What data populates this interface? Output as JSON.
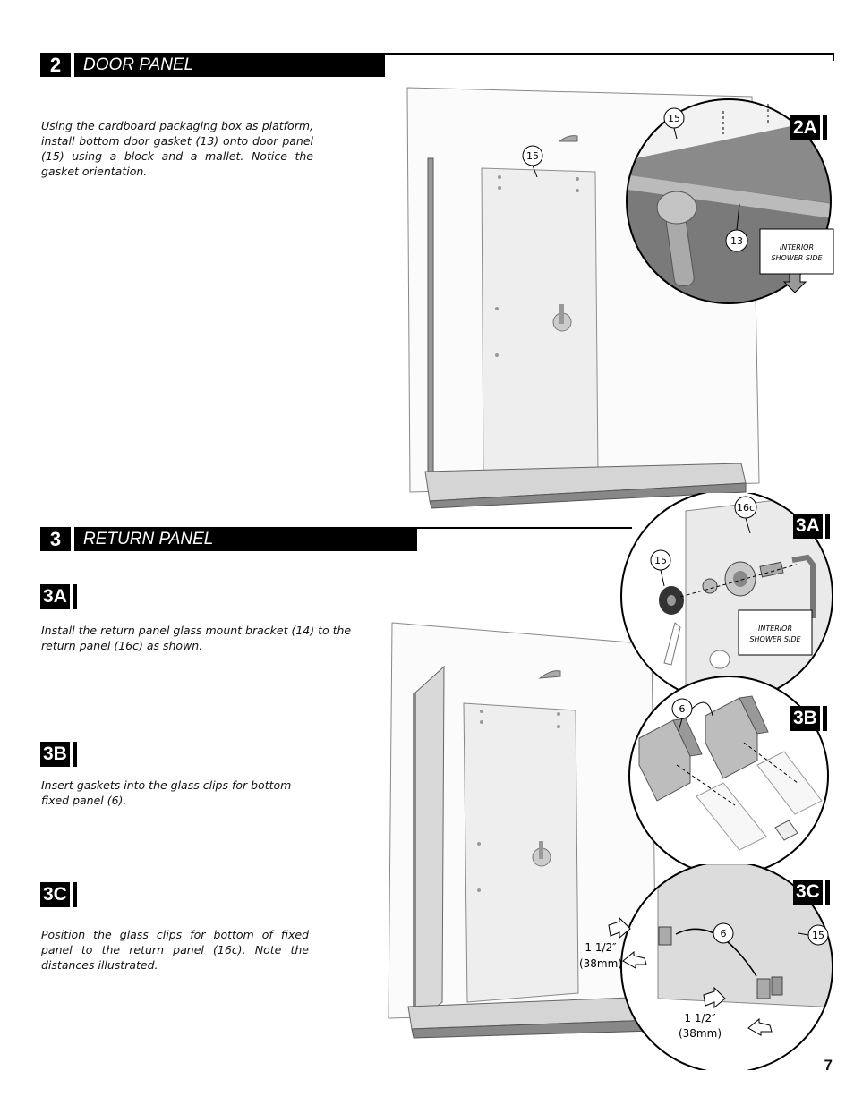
{
  "step2": {
    "number": "2",
    "title": "DOOR PANEL",
    "text": "Using the cardboard packaging box as platform, install bottom door gasket (13) onto door panel (15) using a block and a mallet. Notice the gasket orientation.",
    "detail_label": "2A",
    "callouts": [
      "15",
      "15",
      "13"
    ],
    "side_note": [
      "INTERIOR",
      "SHOWER SIDE"
    ]
  },
  "step3": {
    "number": "3",
    "title": "RETURN PANEL",
    "sub_a": {
      "label": "3A",
      "text": "Install the return panel glass mount bracket (14) to the return panel (16c) as shown."
    },
    "sub_b": {
      "label": "3B",
      "text": "Insert gaskets into the glass clips for bottom fixed panel (6)."
    },
    "sub_c": {
      "label": "3C",
      "text": "Position the glass clips for bottom of fixed panel to the return panel (16c). Note the distances illustrated."
    },
    "detail_a": {
      "label": "3A",
      "callouts": [
        "16c",
        "15"
      ],
      "side_note": [
        "INTERIOR",
        "SHOWER SIDE"
      ]
    },
    "detail_b": {
      "label": "3B",
      "callouts": [
        "6"
      ]
    },
    "detail_c": {
      "label": "3C",
      "callouts": [
        "6",
        "15"
      ],
      "dim1": [
        "1 1/2″",
        "(38mm)"
      ],
      "dim2": [
        "1 1/2″",
        "(38mm)"
      ]
    }
  },
  "page_number": "7"
}
